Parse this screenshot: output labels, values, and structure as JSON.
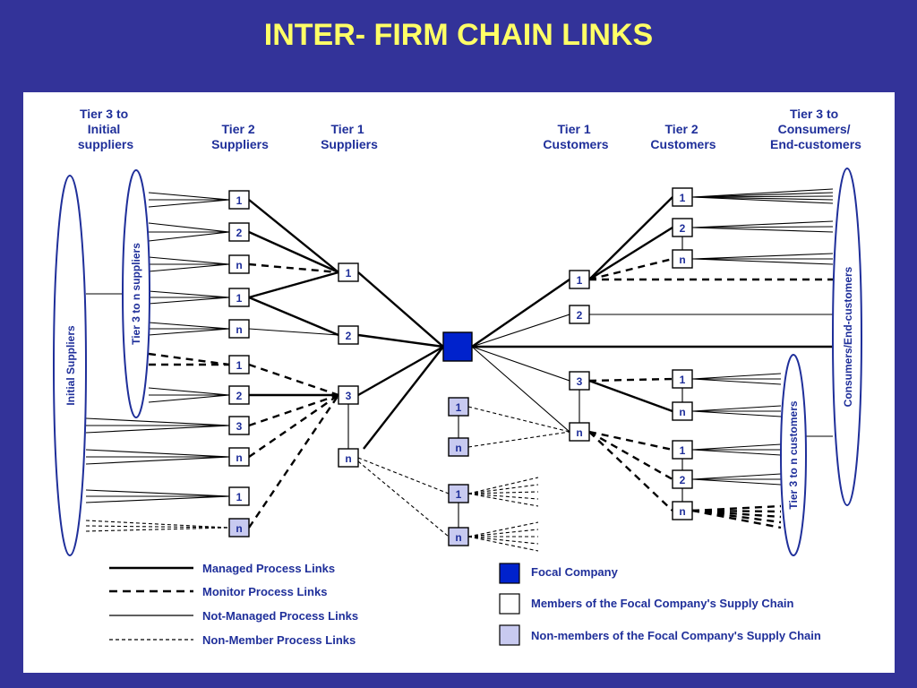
{
  "title": "INTER- FIRM CHAIN LINKS",
  "headers": {
    "tier3_initial": [
      "Tier 3 to",
      "Initial",
      "suppliers"
    ],
    "tier2_suppliers": [
      "Tier 2",
      "Suppliers"
    ],
    "tier1_suppliers": [
      "Tier 1",
      "Suppliers"
    ],
    "tier1_customers": [
      "Tier 1",
      "Customers"
    ],
    "tier2_customers": [
      "Tier 2",
      "Customers"
    ],
    "tier3_consumers": [
      "Tier 3 to",
      "Consumers/",
      "End-customers"
    ]
  },
  "ellipses": {
    "initial_suppliers": "Initial Suppliers",
    "tier3_to_n_suppliers": "Tier 3 to n suppliers",
    "consumers_end_customers": "Consumers/End-customers",
    "tier3_to_n_customers": "Tier 3 to n customers"
  },
  "node_labels": {
    "tier2_suppliers": [
      "1",
      "2",
      "n",
      "1",
      "n",
      "1",
      "2",
      "3",
      "n",
      "1",
      "n"
    ],
    "tier1_suppliers": [
      "1",
      "2",
      "3",
      "n"
    ],
    "tier1_customers": [
      "1",
      "2",
      "3",
      "n"
    ],
    "tier2_customers": [
      "1",
      "2",
      "n",
      "1",
      "n",
      "1",
      "2",
      "n"
    ],
    "non_members_center": [
      "1",
      "n",
      "1",
      "n"
    ]
  },
  "legend": {
    "lines": [
      "Managed Process Links",
      "Monitor Process Links",
      "Not-Managed Process Links",
      "Non-Member Process Links"
    ],
    "boxes": [
      "Focal Company",
      "Members of the Focal Company's Supply Chain",
      "Non-members of the Focal Company's Supply Chain"
    ]
  },
  "colors": {
    "background": "#333399",
    "title": "#FFFF66",
    "text": "#1f2f9a",
    "focal": "#0022cc",
    "non_member_fill": "#c8caf0",
    "line": "#000000"
  }
}
